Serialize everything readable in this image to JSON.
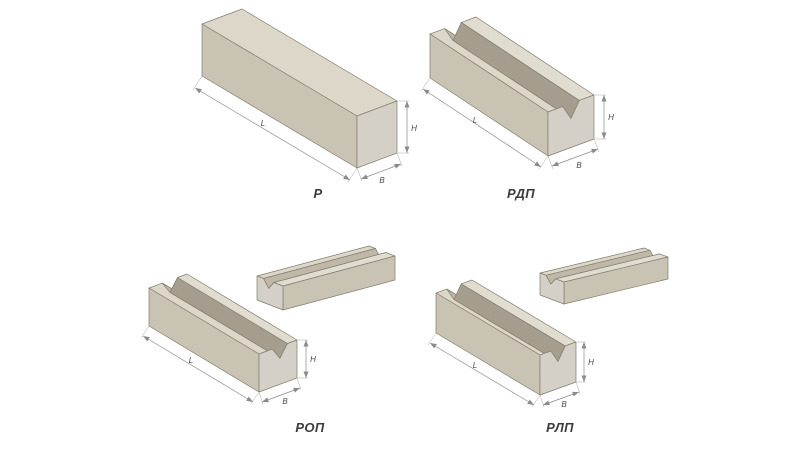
{
  "page": {
    "background": "#ffffff"
  },
  "colors": {
    "beam_top": "#dcd7c9",
    "beam_top_back": "#e0dcd0",
    "beam_front": "#c9c3b4",
    "beam_end": "#d4d0c7",
    "groove_light": "#bfb8a9",
    "groove_dark": "#a59e8f",
    "edge": "#827d6f",
    "dimension_line": "#8b8b8b",
    "dimension_text": "#4a4a4a",
    "figure_label": "#3c3c3c"
  },
  "figures": {
    "p": {
      "label": "Р",
      "dims": {
        "length": "L",
        "width": "B",
        "height": "H"
      }
    },
    "rdp": {
      "label": "РДП",
      "dims": {
        "length": "L",
        "width": "B",
        "height": "H"
      }
    },
    "rop": {
      "label": "РОП",
      "dims": {
        "length": "L",
        "width": "B",
        "height": "H"
      }
    },
    "rlp": {
      "label": "РЛП",
      "dims": {
        "length": "L",
        "width": "B",
        "height": "H"
      }
    }
  }
}
